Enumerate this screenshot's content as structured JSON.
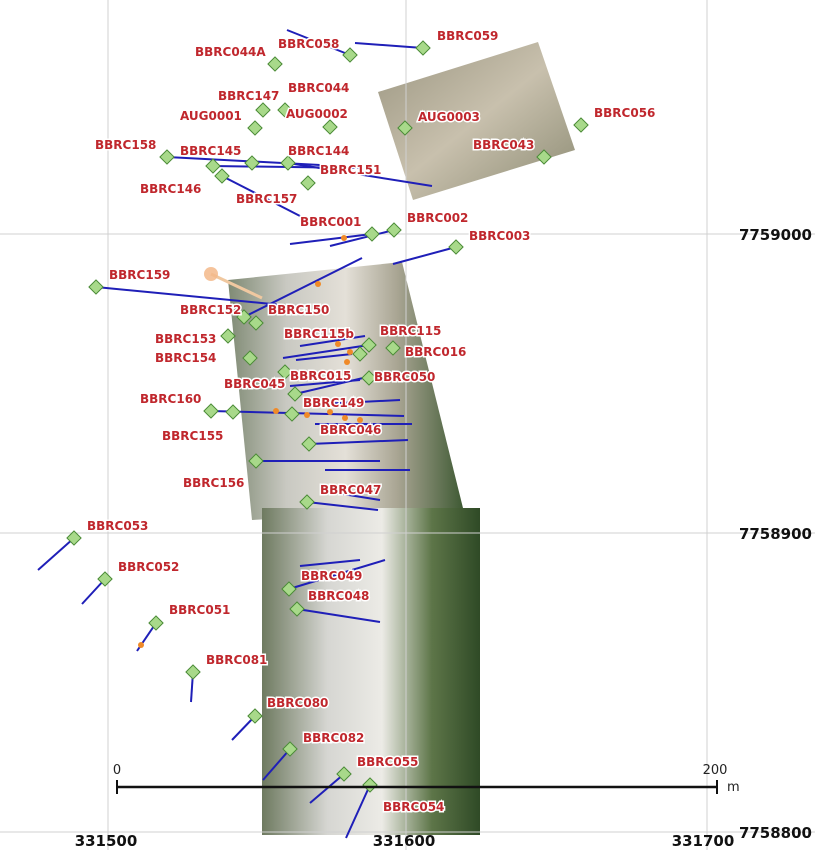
{
  "map": {
    "grid": {
      "easting_labels": [
        "331500",
        "331600",
        "331700"
      ],
      "northing_labels": [
        "7759000",
        "7758900",
        "7758800"
      ]
    },
    "scale_bar": {
      "start_label": "0",
      "end_label": "200",
      "unit": "m"
    },
    "colors": {
      "collar_fill": "#a8d98a",
      "collar_stroke": "#4a8a36",
      "trace": "#1f1fb8",
      "label": "#c0272d",
      "intercept": "#f08a28"
    },
    "drillholes": [
      {
        "name": "BBRC059"
      },
      {
        "name": "BBRC058"
      },
      {
        "name": "BBRC044A"
      },
      {
        "name": "BBRC044"
      },
      {
        "name": "BBRC147"
      },
      {
        "name": "AUG0001"
      },
      {
        "name": "AUG0002"
      },
      {
        "name": "AUG0003"
      },
      {
        "name": "BBRC056"
      },
      {
        "name": "BBRC043"
      },
      {
        "name": "BBRC158"
      },
      {
        "name": "BBRC145"
      },
      {
        "name": "BBRC144"
      },
      {
        "name": "BBRC151"
      },
      {
        "name": "BBRC146"
      },
      {
        "name": "BBRC157"
      },
      {
        "name": "BBRC001"
      },
      {
        "name": "BBRC002"
      },
      {
        "name": "BBRC003"
      },
      {
        "name": "BBRC159"
      },
      {
        "name": "BBRC152"
      },
      {
        "name": "BBRC150"
      },
      {
        "name": "BBRC115b"
      },
      {
        "name": "BBRC115"
      },
      {
        "name": "BBRC153"
      },
      {
        "name": "BBRC154"
      },
      {
        "name": "BBRC016"
      },
      {
        "name": "BBRC045"
      },
      {
        "name": "BBRC015"
      },
      {
        "name": "BBRC050"
      },
      {
        "name": "BBRC160"
      },
      {
        "name": "BBRC149"
      },
      {
        "name": "BBRC155"
      },
      {
        "name": "BBRC046"
      },
      {
        "name": "BBRC156"
      },
      {
        "name": "BBRC047"
      },
      {
        "name": "BBRC053"
      },
      {
        "name": "BBRC052"
      },
      {
        "name": "BBRC049"
      },
      {
        "name": "BBRC048"
      },
      {
        "name": "BBRC051"
      },
      {
        "name": "BBRC081"
      },
      {
        "name": "BBRC080"
      },
      {
        "name": "BBRC082"
      },
      {
        "name": "BBRC055"
      },
      {
        "name": "BBRC054"
      }
    ]
  }
}
